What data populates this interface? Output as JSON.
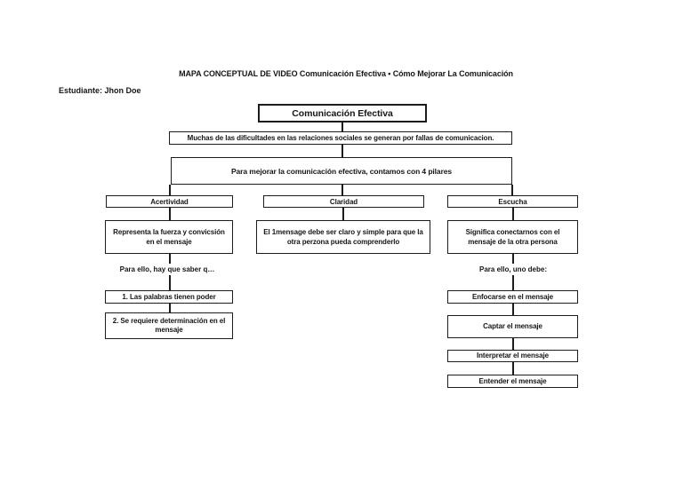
{
  "page": {
    "title": "MAPA CONCEPTUAL DE VIDEO Comunicación Efectiva • Cómo Mejorar La Comunicación",
    "student_label": "Estudiante: Jhon Doe"
  },
  "map": {
    "root": "Comunicación Efectiva",
    "premise": "Muchas de las dificultades en las relaciones sociales se generan por fallas de comunicacion.",
    "pillars": "Para mejorar la comunicación efectiva, contamos con 4 pilares",
    "columns": [
      {
        "header": "Acertividad",
        "description": "Representa la fuerza y convicsión en el mensaje",
        "bridge": "Para ello, hay que saber q…",
        "steps": [
          "1. Las palabras tienen poder",
          "2. Se requiere determinación en el mensaje"
        ]
      },
      {
        "header": "Claridad",
        "description": "El 1mensage debe ser claro y simple para que la otra perzona pueda comprenderlo"
      },
      {
        "header": "Escucha",
        "description": "Significa conectarnos con el mensaje de la otra persona",
        "bridge": "Para ello, uno debe:",
        "steps": [
          "Enfocarse en el mensaje",
          "Captar el mensaje",
          "Interpretar el mensaje",
          "Entender el mensaje"
        ]
      }
    ]
  },
  "colors": {
    "ink": "#1c1c1c",
    "background": "#ffffff"
  }
}
